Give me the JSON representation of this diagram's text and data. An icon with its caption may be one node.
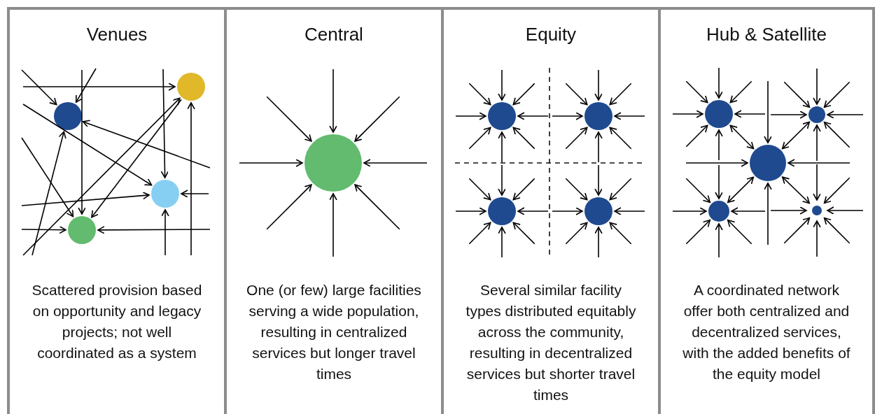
{
  "diagram": {
    "nodes": [
      {
        "text": [
          "Venues",
          "Scattered provision based on opportunity and legacy projects; not well coordinated as a system"
        ]
      },
      {
        "text": [],
        "shape": "circle",
        "in": 0
      },
      {
        "text": [],
        "shape": "circle",
        "in": 0
      },
      {
        "text": [],
        "shape": "circle",
        "in": 0
      },
      {
        "text": [],
        "shape": "circle",
        "in": 0
      },
      {
        "text": [
          "Central",
          "One (or few) large facilities serving a wide population, resulting in centralized services but longer travel times"
        ]
      },
      {
        "text": [],
        "shape": "circle",
        "in": 5
      },
      {
        "text": [
          "Equity",
          "Several similar facility types distributed equitably across the community, resulting in decentralized services but shorter travel times"
        ]
      },
      {
        "text": [],
        "shape": "circle",
        "in": 7
      },
      {
        "text": [],
        "shape": "circle",
        "in": 7
      },
      {
        "text": [],
        "shape": "circle",
        "in": 7
      },
      {
        "text": [],
        "shape": "circle",
        "in": 7
      },
      {
        "text": [
          "Hub & Satellite",
          "A coordinated network offer both centralized and decentralized services, with the added benefits of the equity model"
        ]
      },
      {
        "text": [],
        "shape": "circle",
        "in": 12
      },
      {
        "text": [],
        "shape": "circle",
        "in": 12
      },
      {
        "text": [],
        "shape": "circle",
        "in": 12
      },
      {
        "text": [],
        "shape": "circle",
        "in": 12
      },
      {
        "text": [],
        "shape": "circle",
        "in": 12
      }
    ],
    "edges": [
      {
        "from": null,
        "to": 1,
        "arrow": "to"
      },
      {
        "from": null,
        "to": 1,
        "arrow": "to"
      },
      {
        "from": null,
        "to": 2,
        "arrow": "to"
      },
      {
        "from": null,
        "to": 4,
        "arrow": "to"
      },
      {
        "from": null,
        "to": 3,
        "arrow": "to"
      },
      {
        "from": null,
        "to": 3,
        "arrow": "to"
      },
      {
        "from": null,
        "to": 1,
        "arrow": "to"
      },
      {
        "from": null,
        "to": 4,
        "arrow": "to"
      },
      {
        "from": null,
        "to": 3,
        "arrow": "to"
      },
      {
        "from": null,
        "to": 4,
        "arrow": "to"
      },
      {
        "from": null,
        "to": 4,
        "arrow": "to"
      },
      {
        "from": null,
        "to": 3,
        "arrow": "to"
      },
      {
        "from": null,
        "to": 3,
        "arrow": "to"
      },
      {
        "from": null,
        "to": 2,
        "arrow": "to"
      },
      {
        "from": null,
        "to": 1,
        "arrow": "to"
      },
      {
        "from": null,
        "to": 2,
        "arrow": "to"
      },
      {
        "from": 2,
        "to": 4,
        "arrow": "to"
      },
      {
        "from": null,
        "to": 6,
        "arrow": "to"
      },
      {
        "from": null,
        "to": 6,
        "arrow": "to"
      },
      {
        "from": null,
        "to": 6,
        "arrow": "to"
      },
      {
        "from": null,
        "to": 6,
        "arrow": "to"
      },
      {
        "from": null,
        "to": 6,
        "arrow": "to"
      },
      {
        "from": null,
        "to": 6,
        "arrow": "to"
      },
      {
        "from": null,
        "to": 6,
        "arrow": "to"
      },
      {
        "from": null,
        "to": 6,
        "arrow": "to"
      },
      {
        "from": null,
        "to": 8,
        "arrow": "to"
      },
      {
        "from": null,
        "to": 8,
        "arrow": "to"
      },
      {
        "from": null,
        "to": 8,
        "arrow": "to"
      },
      {
        "from": null,
        "to": 8,
        "arrow": "to"
      },
      {
        "from": null,
        "to": 8,
        "arrow": "to"
      },
      {
        "from": null,
        "to": 8,
        "arrow": "to"
      },
      {
        "from": null,
        "to": 8,
        "arrow": "to"
      },
      {
        "from": null,
        "to": 8,
        "arrow": "to"
      },
      {
        "from": null,
        "to": 9,
        "arrow": "to"
      },
      {
        "from": null,
        "to": 9,
        "arrow": "to"
      },
      {
        "from": null,
        "to": 9,
        "arrow": "to"
      },
      {
        "from": null,
        "to": 9,
        "arrow": "to"
      },
      {
        "from": null,
        "to": 9,
        "arrow": "to"
      },
      {
        "from": null,
        "to": 9,
        "arrow": "to"
      },
      {
        "from": null,
        "to": 9,
        "arrow": "to"
      },
      {
        "from": null,
        "to": 9,
        "arrow": "to"
      },
      {
        "from": null,
        "to": 10,
        "arrow": "to"
      },
      {
        "from": null,
        "to": 10,
        "arrow": "to"
      },
      {
        "from": null,
        "to": 10,
        "arrow": "to"
      },
      {
        "from": null,
        "to": 10,
        "arrow": "to"
      },
      {
        "from": null,
        "to": 10,
        "arrow": "to"
      },
      {
        "from": null,
        "to": 10,
        "arrow": "to"
      },
      {
        "from": null,
        "to": 10,
        "arrow": "to"
      },
      {
        "from": null,
        "to": 10,
        "arrow": "to"
      },
      {
        "from": null,
        "to": 11,
        "arrow": "to"
      },
      {
        "from": null,
        "to": 11,
        "arrow": "to"
      },
      {
        "from": null,
        "to": 11,
        "arrow": "to"
      },
      {
        "from": null,
        "to": 11,
        "arrow": "to"
      },
      {
        "from": null,
        "to": 11,
        "arrow": "to"
      },
      {
        "from": null,
        "to": 11,
        "arrow": "to"
      },
      {
        "from": null,
        "to": 11,
        "arrow": "to"
      },
      {
        "from": null,
        "to": 11,
        "arrow": "to"
      },
      {
        "from": null,
        "to": 13,
        "arrow": "to"
      },
      {
        "from": null,
        "to": 13,
        "arrow": "to"
      },
      {
        "from": null,
        "to": 13,
        "arrow": "to"
      },
      {
        "from": null,
        "to": 13,
        "arrow": "to"
      },
      {
        "from": null,
        "to": 13,
        "arrow": "to"
      },
      {
        "from": null,
        "to": 13,
        "arrow": "to"
      },
      {
        "from": null,
        "to": 13,
        "arrow": "to"
      },
      {
        "from": null,
        "to": 14,
        "arrow": "to"
      },
      {
        "from": null,
        "to": 14,
        "arrow": "to"
      },
      {
        "from": null,
        "to": 14,
        "arrow": "to"
      },
      {
        "from": null,
        "to": 14,
        "arrow": "to"
      },
      {
        "from": null,
        "to": 14,
        "arrow": "to"
      },
      {
        "from": null,
        "to": 14,
        "arrow": "to"
      },
      {
        "from": null,
        "to": 14,
        "arrow": "to"
      },
      {
        "from": null,
        "to": 15,
        "arrow": "to"
      },
      {
        "from": null,
        "to": 15,
        "arrow": "to"
      },
      {
        "from": null,
        "to": 15,
        "arrow": "to"
      },
      {
        "from": null,
        "to": 15,
        "arrow": "to"
      },
      {
        "from": null,
        "to": 16,
        "arrow": "to"
      },
      {
        "from": null,
        "to": 16,
        "arrow": "to"
      },
      {
        "from": null,
        "to": 16,
        "arrow": "to"
      },
      {
        "from": null,
        "to": 16,
        "arrow": "to"
      },
      {
        "from": null,
        "to": 16,
        "arrow": "to"
      },
      {
        "from": null,
        "to": 16,
        "arrow": "to"
      },
      {
        "from": null,
        "to": 16,
        "arrow": "to"
      },
      {
        "from": null,
        "to": 17,
        "arrow": "to"
      },
      {
        "from": null,
        "to": 17,
        "arrow": "to"
      },
      {
        "from": null,
        "to": 17,
        "arrow": "to"
      },
      {
        "from": null,
        "to": 17,
        "arrow": "to"
      },
      {
        "from": null,
        "to": 17,
        "arrow": "to"
      },
      {
        "from": null,
        "to": 17,
        "arrow": "to"
      },
      {
        "from": null,
        "to": 17,
        "arrow": "to"
      },
      {
        "from": 15,
        "to": 13,
        "arrow": "both"
      },
      {
        "from": 15,
        "to": 14,
        "arrow": "both"
      },
      {
        "from": 15,
        "to": 16,
        "arrow": "both"
      },
      {
        "from": 15,
        "to": 17,
        "arrow": "both"
      }
    ]
  }
}
